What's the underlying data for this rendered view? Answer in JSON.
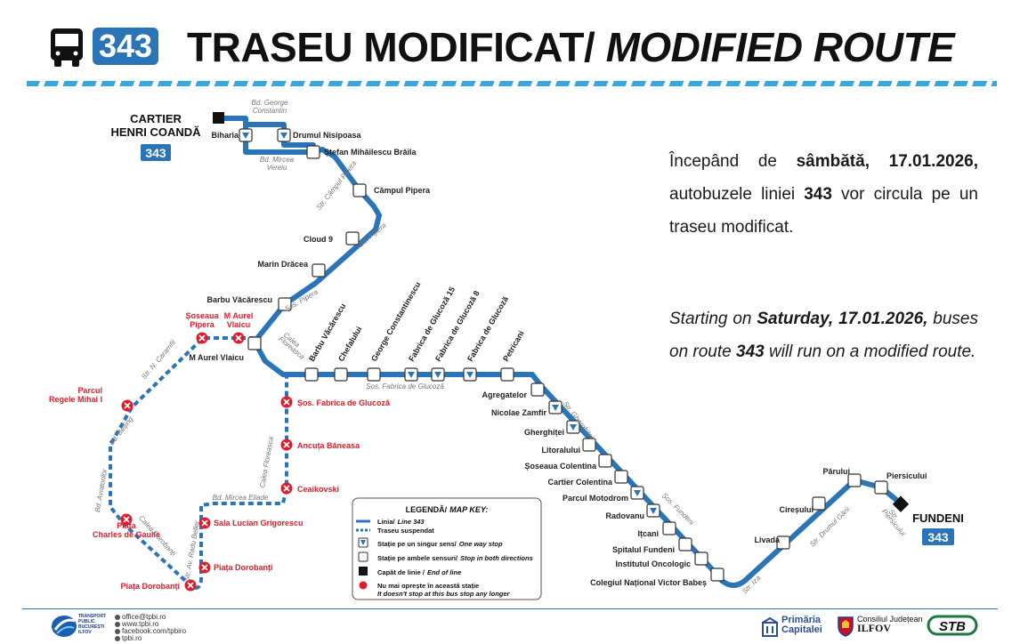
{
  "header": {
    "line_number": "343",
    "title_ro": "TRASEU MODIFICAT/",
    "title_en": "MODIFIED ROUTE",
    "icon": "bus-icon",
    "accent_color": "#2a74b8",
    "stripe_color": "#36a8dd"
  },
  "termini": {
    "start": {
      "name_line1": "CARTIER",
      "name_line2": "HENRI COANDĂ",
      "line_badge": "343"
    },
    "end": {
      "name": "FUNDENI",
      "line_badge": "343"
    }
  },
  "stops_active": [
    {
      "name": "Biharia",
      "type": "one_way"
    },
    {
      "name": "Drumul Nisipoasa",
      "type": "one_way"
    },
    {
      "name": "Ștefan Mihăilescu Brăila",
      "type": "both_directions"
    },
    {
      "name": "Câmpul Pipera",
      "type": "both_directions"
    },
    {
      "name": "Cloud 9",
      "type": "both_directions"
    },
    {
      "name": "Marin Drăcea",
      "type": "both_directions"
    },
    {
      "name": "Barbu Văcărescu",
      "type": "both_directions"
    },
    {
      "name": "M Aurel Vlaicu",
      "type": "both_directions"
    },
    {
      "name": "Barbu Văcărescu",
      "type": "both_directions"
    },
    {
      "name": "Chefalului",
      "type": "both_directions"
    },
    {
      "name": "George Constantinescu",
      "type": "both_directions"
    },
    {
      "name": "Fabrica de Glucoză 15",
      "type": "one_way"
    },
    {
      "name": "Fabrica de Glucoză 8",
      "type": "one_way"
    },
    {
      "name": "Fabrica de Glucoză",
      "type": "one_way"
    },
    {
      "name": "Petricani",
      "type": "both_directions"
    },
    {
      "name": "Agregatelor",
      "type": "both_directions"
    },
    {
      "name": "Nicolae Zamfir",
      "type": "one_way"
    },
    {
      "name": "Gherghiței",
      "type": "one_way"
    },
    {
      "name": "Litoralului",
      "type": "both_directions"
    },
    {
      "name": "Șoseaua Colentina",
      "type": "both_directions"
    },
    {
      "name": "Cartier Colentina",
      "type": "both_directions"
    },
    {
      "name": "Parcul Motodrom",
      "type": "one_way"
    },
    {
      "name": "Radovanu",
      "type": "one_way"
    },
    {
      "name": "Ițcani",
      "type": "both_directions"
    },
    {
      "name": "Spitalul Fundeni",
      "type": "both_directions"
    },
    {
      "name": "Institutul Oncologic",
      "type": "both_directions"
    },
    {
      "name": "Colegiul Național Victor Babeș",
      "type": "both_directions"
    },
    {
      "name": "Livada",
      "type": "both_directions"
    },
    {
      "name": "Cireșului",
      "type": "both_directions"
    },
    {
      "name": "Părului",
      "type": "both_directions"
    },
    {
      "name": "Piersicului",
      "type": "both_directions"
    }
  ],
  "stops_suspended": [
    {
      "name_line1": "Șoseaua",
      "name_line2": "Pipera"
    },
    {
      "name_line1": "M Aurel",
      "name_line2": "Vlaicu"
    },
    {
      "name_line1": "Parcul",
      "name_line2": "Regele Mihai I"
    },
    {
      "name_line1": "Piața",
      "name_line2": "Charles de Gaulle"
    },
    {
      "name_line1": "Piața Dorobanți",
      "name_line2": ""
    },
    {
      "name_line1": "Piața Dorobanți",
      "name_line2": ""
    },
    {
      "name_line1": "Sala Lucian Grigorescu",
      "name_line2": ""
    },
    {
      "name_line1": "Ceaikovski",
      "name_line2": ""
    },
    {
      "name_line1": "Ancuța Băneasa",
      "name_line2": ""
    },
    {
      "name_line1": "Șos. Fabrica de Glucoză",
      "name_line2": ""
    }
  ],
  "streets": [
    {
      "line1": "Bd. George",
      "line2": "Constantin"
    },
    {
      "line1": "Bd. Mircea",
      "line2": "Vereiu"
    },
    {
      "line1": "Str. Câmpul Pipera",
      "line2": ""
    },
    {
      "line1": "Bd. Pipera",
      "line2": ""
    },
    {
      "line1": "Șos. Pipera",
      "line2": ""
    },
    {
      "line1": "Calea",
      "line2": "Floreasca"
    },
    {
      "line1": "Șos. Fabrica de Glucoză",
      "line2": ""
    },
    {
      "line1": "Str. Gherghiței",
      "line2": ""
    },
    {
      "line1": "Șos. Fundeni",
      "line2": ""
    },
    {
      "line1": "Str. Iza",
      "line2": ""
    },
    {
      "line1": "Str. Drumul Gării",
      "line2": ""
    },
    {
      "line1": "Str.",
      "line2": "Piersicului"
    },
    {
      "line1": "Str. N. Caramfil",
      "line2": ""
    },
    {
      "line1": "Bd. Beijing",
      "line2": ""
    },
    {
      "line1": "Bd. Aviatorilor",
      "line2": ""
    },
    {
      "line1": "Calea Dorobanți",
      "line2": ""
    },
    {
      "line1": "Str. Av. Radu Beller",
      "line2": ""
    },
    {
      "line1": "Bd. Mircea Eliade",
      "line2": ""
    },
    {
      "line1": "Calea Floreasca",
      "line2": ""
    }
  ],
  "legend": {
    "title_ro": "LEGENDĂ/",
    "title_en": "MAP KEY:",
    "items": [
      {
        "ro": "Linia/",
        "en": "Line 343",
        "icon": "line-solid-icon"
      },
      {
        "ro": "Traseu suspendat",
        "en": "",
        "icon": "line-dashed-icon"
      },
      {
        "ro": "Stație pe un singur sens/",
        "en": "One way stop",
        "icon": "one-way-stop-icon"
      },
      {
        "ro": "Stație pe ambele sensuri/",
        "en": "Stop in both directions",
        "icon": "two-way-stop-icon"
      },
      {
        "ro": "Capăt de linie /",
        "en": "End of line",
        "icon": "terminus-icon"
      },
      {
        "ro": "Nu mai oprește în această stație",
        "en": "It doesn't stop at this bus stop any longer",
        "icon": "cancelled-stop-icon"
      }
    ]
  },
  "notice_ro": {
    "p1": "Începând de ",
    "day": "sâmbătă, 17.01.2026,",
    "p2": " autobuzele liniei ",
    "line": "343",
    "p3": " vor circula pe un traseu modificat."
  },
  "notice_en": {
    "p1": "Starting on ",
    "day": "Saturday, 17.01.2026,",
    "p2": " buses on route ",
    "line": "343",
    "p3": " will run on a modified route."
  },
  "footer": {
    "tpbi_name": "TRANSPORT PUBLIC BUCUREȘTI ILFOV",
    "email": "office@tpbi.ro",
    "website": "www.tpbi.ro",
    "facebook": "facebook.com/tpbiro",
    "other": "tpbi.ro",
    "pmb_line1": "Primăria",
    "pmb_line2": "Capitalei",
    "cj_line1": "Consiliul Județean",
    "cj_line2": "ILFOV",
    "stb": "STB"
  }
}
